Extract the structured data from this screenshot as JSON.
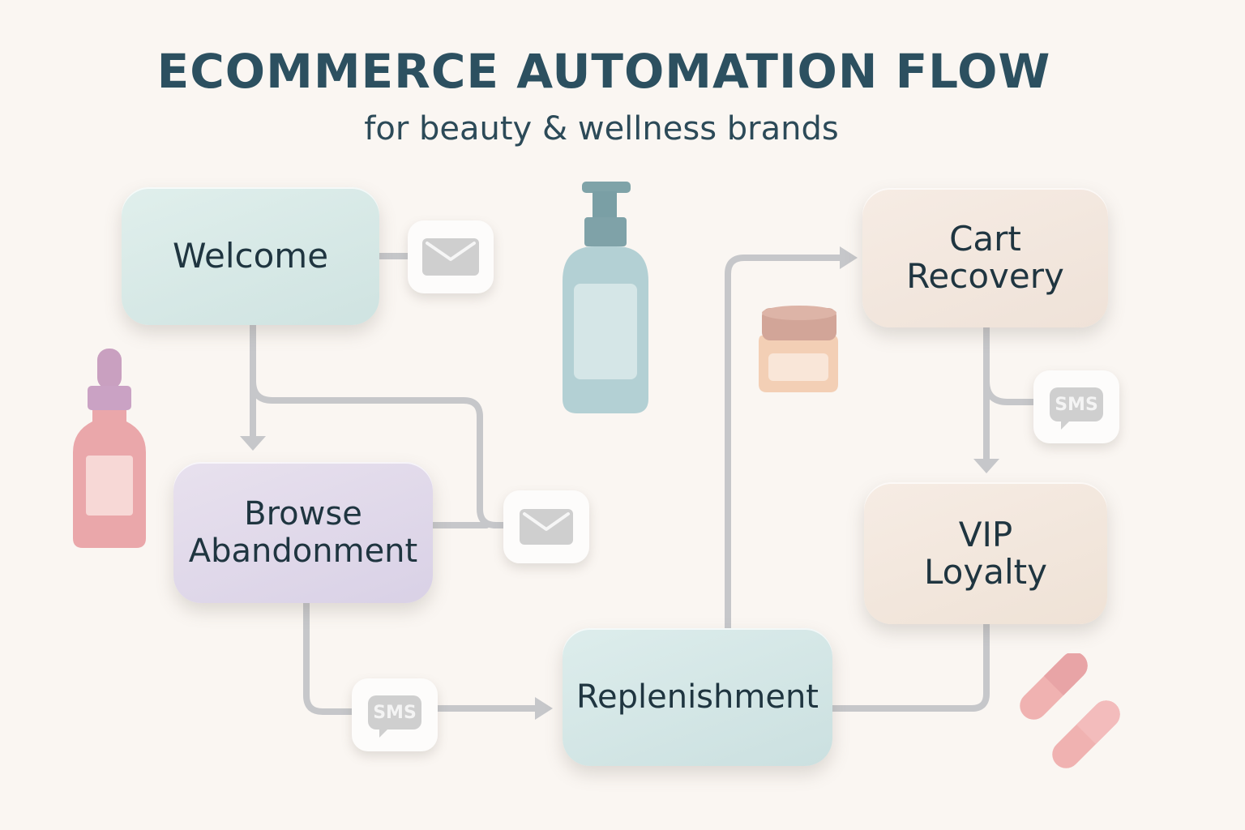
{
  "header": {
    "title": "ECOMMERCE AUTOMATION FLOW",
    "subtitle": "for beauty & wellness brands"
  },
  "nodes": [
    {
      "id": "welcome",
      "label": "Welcome",
      "color": "#d7e9e7"
    },
    {
      "id": "browse_abandonment",
      "label": "Browse\nAbandonment",
      "color": "#e0d9ea"
    },
    {
      "id": "replenishment",
      "label": "Replenishment",
      "color": "#d4e7e6"
    },
    {
      "id": "cart_recovery",
      "label": "Cart\nRecovery",
      "color": "#f3e7de"
    },
    {
      "id": "vip_loyalty",
      "label": "VIP\nLoyalty",
      "color": "#f3e7dd"
    }
  ],
  "channels": [
    {
      "id": "welcome_channel",
      "type": "email",
      "icon": "envelope-icon"
    },
    {
      "id": "browse_channel",
      "type": "email",
      "icon": "envelope-icon"
    },
    {
      "id": "replenishment_channel",
      "type": "sms",
      "icon": "sms-bubble-icon",
      "label": "SMS"
    },
    {
      "id": "cart_channel",
      "type": "sms",
      "icon": "sms-bubble-icon",
      "label": "SMS"
    }
  ],
  "edges": [
    {
      "from": "welcome",
      "to": "browse_abandonment",
      "arrow": true
    },
    {
      "from": "welcome",
      "to": "browse_channel",
      "arrow": false
    },
    {
      "from": "browse_abandonment",
      "to": "replenishment",
      "via": "SMS",
      "arrow": true
    },
    {
      "from": "replenishment",
      "to": "cart_recovery",
      "arrow": true
    },
    {
      "from": "cart_recovery",
      "to": "vip_loyalty",
      "arrow": true
    },
    {
      "from": "vip_loyalty",
      "to": "replenishment",
      "arrow": false
    }
  ],
  "decorations": [
    "pump-bottle-icon",
    "dropper-bottle-icon",
    "cream-jar-icon",
    "capsule-pills-icon"
  ],
  "colors": {
    "background": "#faf6f2",
    "title": "#2c5060",
    "connector": "#c4c5c8",
    "channel_icon": "#cfcfcf"
  }
}
